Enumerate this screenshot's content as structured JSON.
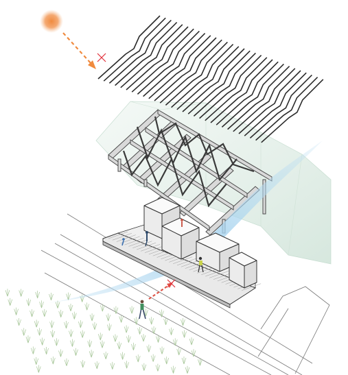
{
  "figure": {
    "type": "exploded axonometric architectural diagram",
    "labels": [],
    "colors": {
      "sun": "#f08a3e",
      "sun_ray_arrow": "#f08a3e",
      "block_mark": "#e0303a",
      "access_arrow": "#e05548",
      "wind_flow": "#a8d4ee",
      "roof_slats": "#2b2b2b",
      "frame": "#4a4a4a",
      "hillside": "#dcece4",
      "deck": "#e9e9e9",
      "volumes": "#f4f4f4",
      "field_plants": "#a8c79a"
    },
    "icons": [
      "sun-icon",
      "blocked-x-icon"
    ],
    "figures": [
      "visitor-walking",
      "visitor-on-deck",
      "visitor-yellow",
      "visitor-blue",
      "visitor-red"
    ]
  }
}
